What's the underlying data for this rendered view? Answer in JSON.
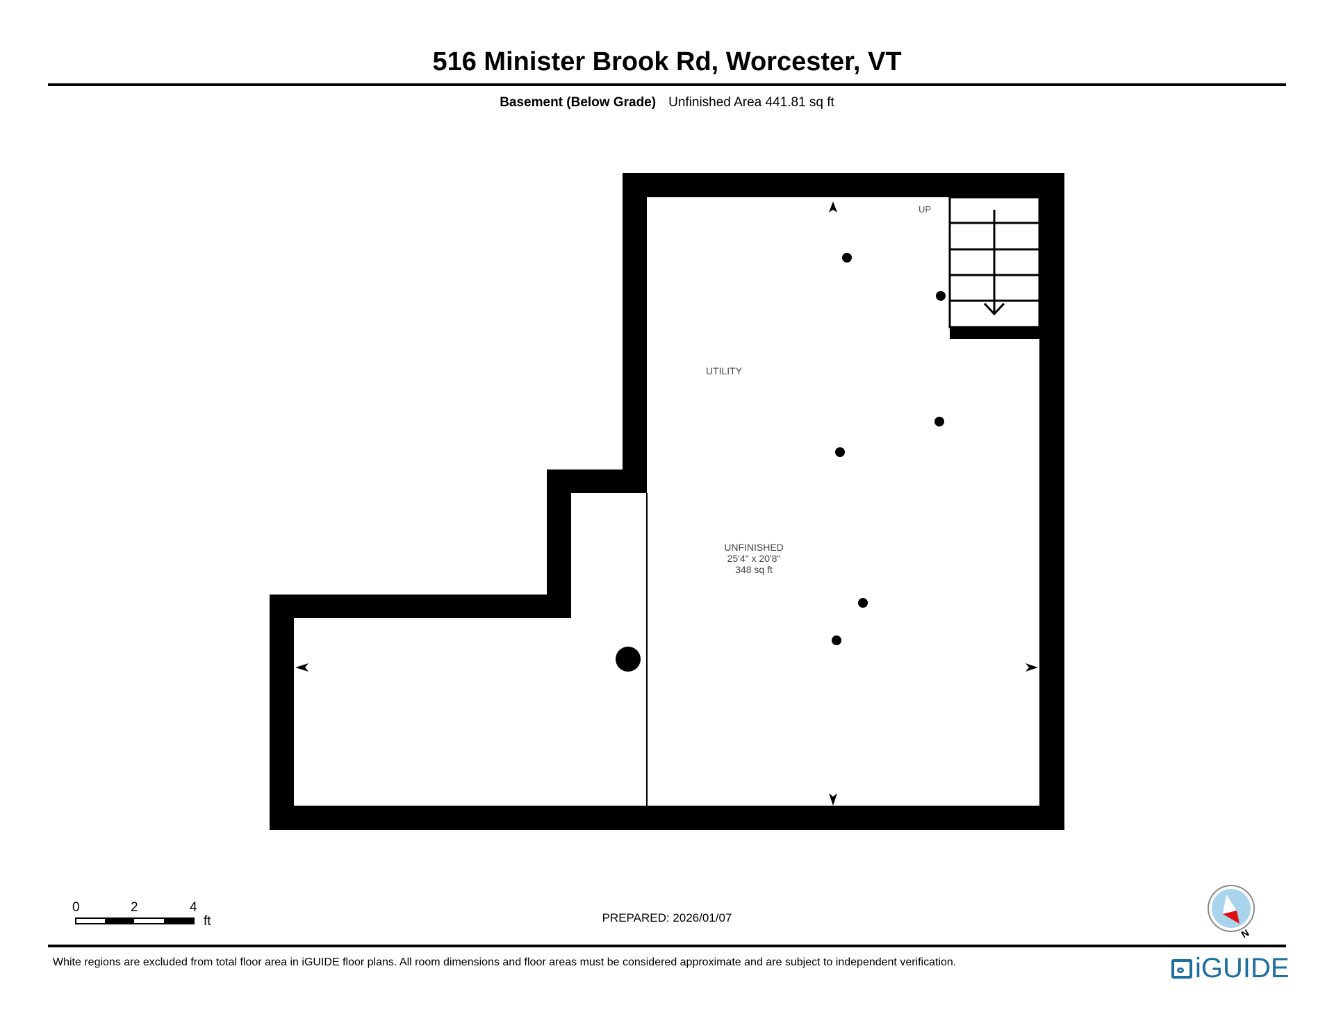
{
  "header": {
    "title": "516 Minister Brook Rd, Worcester, VT",
    "level_name": "Basement (Below Grade)",
    "area_text": "Unfinished Area 441.81 sq ft"
  },
  "plan": {
    "stairs_label": "UP",
    "rooms": [
      {
        "name": "UTILITY"
      },
      {
        "name": "UNFINISHED",
        "dimensions": "25'4\" x 20'8\"",
        "area": "348 sq ft"
      }
    ]
  },
  "scale_bar": {
    "ticks": [
      "0",
      "2",
      "4"
    ],
    "unit": "ft"
  },
  "prepared": "PREPARED: 2026/01/07",
  "compass": {
    "label": "N",
    "needle_color": "#e01010",
    "face_color": "#a8d4ee"
  },
  "footer": {
    "disclaimer": "White regions are excluded from total floor area in iGUIDE floor plans. All room dimensions and floor areas must be considered approximate and are subject to independent verification.",
    "brand": "iGUIDE",
    "brand_color": "#1c6f9f"
  }
}
